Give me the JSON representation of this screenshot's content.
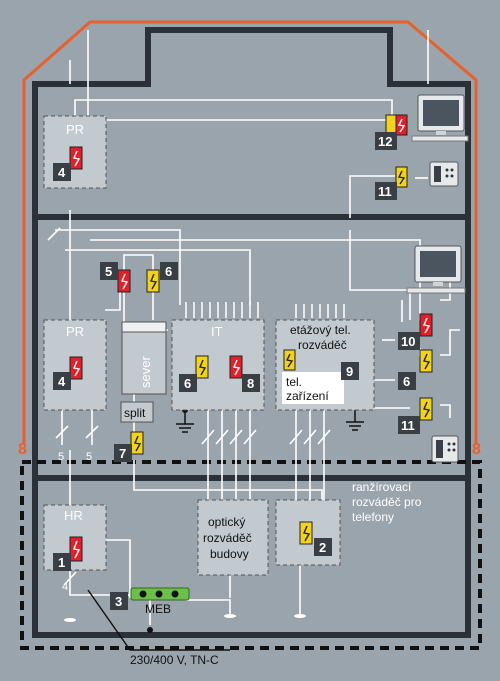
{
  "labels": {
    "pr_top": "PR",
    "pr_mid": "PR",
    "it": "IT",
    "etazovy_line1": "etážový tel.",
    "etazovy_line2": "rozváděč",
    "tel_line1": "tel.",
    "tel_line2": "zařízení",
    "sever": "sever",
    "split": "split",
    "hr": "HR",
    "opticky_line1": "optický",
    "opticky_line2": "rozváděč",
    "opticky_line3": "budovy",
    "ranzirovaci_line1": "ranžírovací",
    "ranzirovaci_line2": "rozváděč pro",
    "ranzirovaci_line3": "telefony",
    "meb": "MEB",
    "power": "230/400 V, TN-C",
    "five_a": "5",
    "five_b": "5",
    "four_small": "4",
    "eight_left": "8",
    "eight_right": "8"
  },
  "badges": {
    "b1": "1",
    "b2": "2",
    "b3": "3",
    "b4_top": "4",
    "b4_mid": "4",
    "b5": "5",
    "b6_top": "6",
    "b6_it": "6",
    "b6_right": "6",
    "b7": "7",
    "b8": "8",
    "b9": "9",
    "b10": "10",
    "b11_top": "11",
    "b11_bottom": "11",
    "b12": "12"
  },
  "colors": {
    "background": "#9aa4ad",
    "building": "#2b3138",
    "box_fill": "#c2c9cf",
    "white": "#ffffff",
    "orange_cable": "#e8602c",
    "badge": "#3a3f45",
    "surge_red": "#e0202a",
    "surge_yellow": "#f2d21a"
  }
}
